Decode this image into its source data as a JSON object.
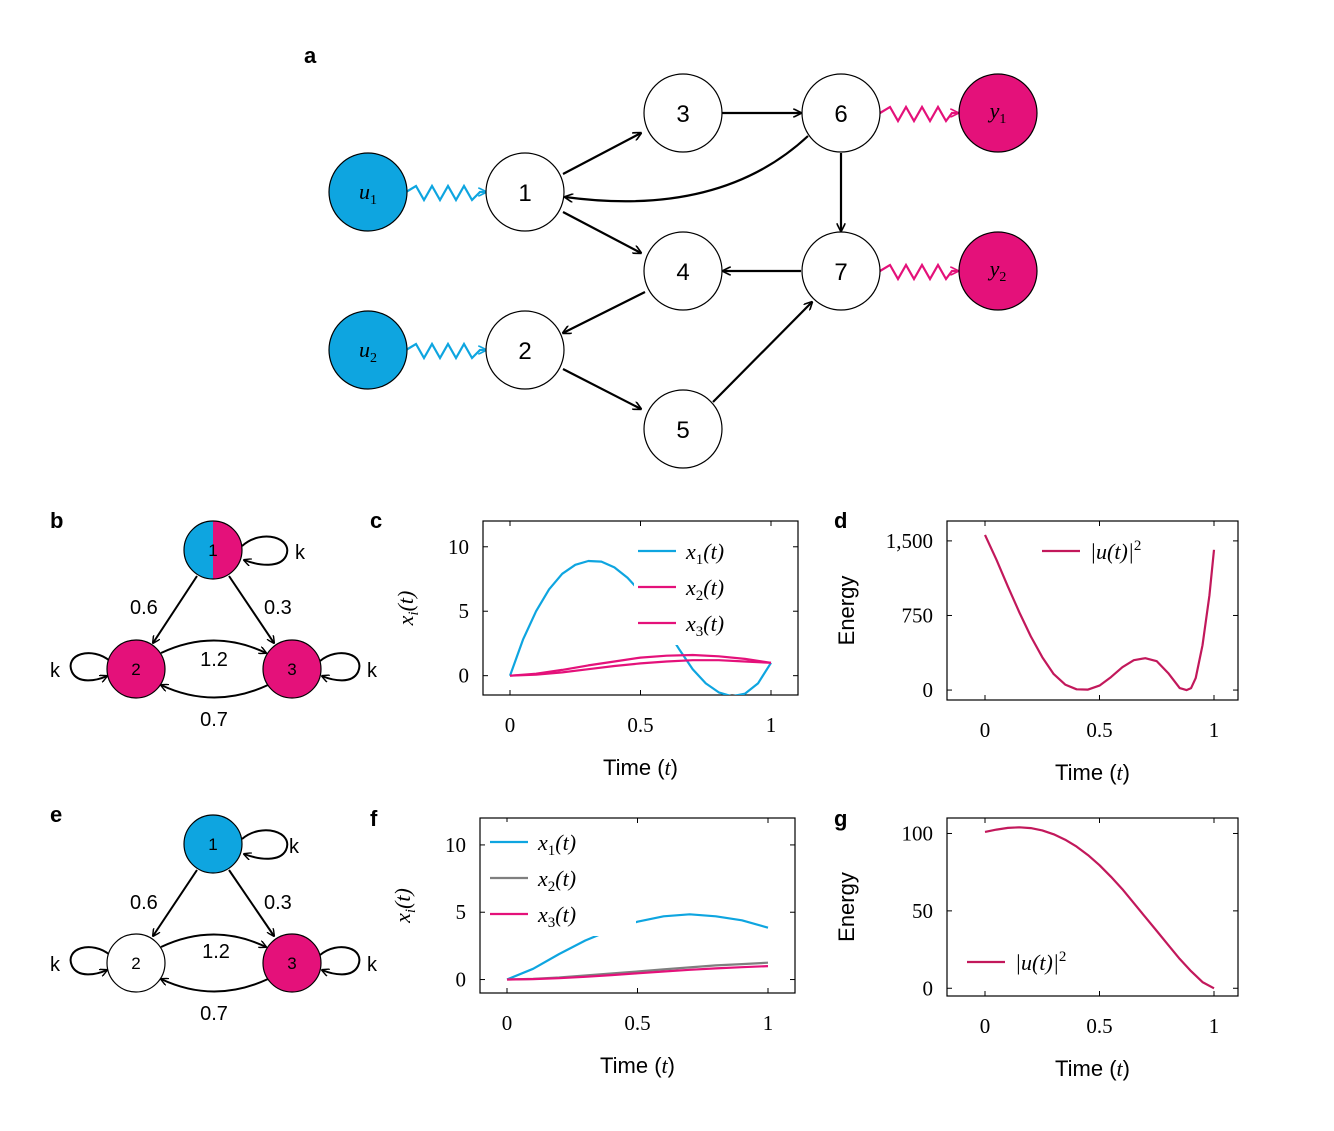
{
  "colors": {
    "input": "#0ea5e0",
    "output": "#e4117a",
    "gray": "#7f7f7f",
    "energy": "#c2185b"
  },
  "panel_a": {
    "letter": "a",
    "nodes": [
      "1",
      "2",
      "3",
      "4",
      "5",
      "6",
      "7"
    ],
    "inputs": [
      {
        "base": "u",
        "sub": "1"
      },
      {
        "base": "u",
        "sub": "2"
      }
    ],
    "outputs": [
      {
        "base": "y",
        "sub": "1"
      },
      {
        "base": "y",
        "sub": "2"
      }
    ]
  },
  "panel_b": {
    "letter": "b",
    "nodes": [
      "1",
      "2",
      "3"
    ],
    "self_loop_label": "k",
    "edge_labels": [
      "0.6",
      "0.3",
      "1.2",
      "0.7"
    ]
  },
  "panel_e": {
    "letter": "e",
    "nodes": [
      "1",
      "2",
      "3"
    ],
    "self_loop_label": "k",
    "edge_labels": [
      "0.6",
      "0.3",
      "1.2",
      "0.7"
    ]
  },
  "chart_data": [
    {
      "panel": "c",
      "type": "line",
      "xlabel": "Time (t)",
      "ylabel": "x_i(t)",
      "xlim": [
        0,
        1
      ],
      "ylim": [
        -1.5,
        12
      ],
      "xticks": [
        "0",
        "0.5",
        "1"
      ],
      "yticks": [
        "0",
        "5",
        "10"
      ],
      "legend_position": "top-right",
      "series": [
        {
          "name": "x1(t)",
          "color": "#0ea5e0",
          "x": [
            0,
            0.05,
            0.1,
            0.15,
            0.2,
            0.25,
            0.3,
            0.35,
            0.4,
            0.45,
            0.5,
            0.55,
            0.6,
            0.65,
            0.7,
            0.75,
            0.8,
            0.85,
            0.9,
            0.95,
            1.0
          ],
          "y": [
            0,
            2.8,
            5.0,
            6.7,
            7.9,
            8.6,
            8.9,
            8.85,
            8.4,
            7.6,
            6.5,
            5.1,
            3.6,
            2.0,
            0.5,
            -0.6,
            -1.3,
            -1.6,
            -1.4,
            -0.6,
            1.0
          ]
        },
        {
          "name": "x2(t)",
          "color": "#e4117a",
          "x": [
            0,
            0.1,
            0.2,
            0.3,
            0.4,
            0.5,
            0.6,
            0.7,
            0.8,
            0.9,
            1.0
          ],
          "y": [
            0,
            0.15,
            0.45,
            0.8,
            1.1,
            1.4,
            1.55,
            1.6,
            1.5,
            1.3,
            1.0
          ]
        },
        {
          "name": "x3(t)",
          "color": "#e4117a",
          "x": [
            0,
            0.1,
            0.2,
            0.3,
            0.4,
            0.5,
            0.6,
            0.7,
            0.8,
            0.9,
            1.0
          ],
          "y": [
            0,
            0.08,
            0.25,
            0.5,
            0.75,
            0.95,
            1.1,
            1.2,
            1.2,
            1.1,
            1.0
          ]
        }
      ]
    },
    {
      "panel": "d",
      "type": "line",
      "xlabel": "Time (t)",
      "ylabel": "Energy",
      "xlim": [
        0,
        1
      ],
      "ylim": [
        -100,
        1700
      ],
      "xticks": [
        "0",
        "0.5",
        "1"
      ],
      "yticks": [
        "0",
        "750",
        "1,500"
      ],
      "legend_position": "top-right",
      "series": [
        {
          "name": "|u(t)|^2",
          "color": "#c2185b",
          "x": [
            0,
            0.05,
            0.1,
            0.15,
            0.2,
            0.25,
            0.3,
            0.35,
            0.4,
            0.45,
            0.5,
            0.55,
            0.6,
            0.65,
            0.7,
            0.75,
            0.8,
            0.85,
            0.88,
            0.9,
            0.92,
            0.95,
            0.98,
            1.0
          ],
          "y": [
            1560,
            1310,
            1040,
            780,
            540,
            330,
            160,
            55,
            8,
            5,
            45,
            130,
            230,
            300,
            320,
            290,
            170,
            20,
            0,
            20,
            120,
            450,
            950,
            1410
          ]
        }
      ]
    },
    {
      "panel": "f",
      "type": "line",
      "xlabel": "Time (t)",
      "ylabel": "x_i(t)",
      "xlim": [
        0,
        1
      ],
      "ylim": [
        -1,
        12
      ],
      "xticks": [
        "0",
        "0.5",
        "1"
      ],
      "yticks": [
        "0",
        "5",
        "10"
      ],
      "legend_position": "top-left",
      "series": [
        {
          "name": "x1(t)",
          "color": "#0ea5e0",
          "x": [
            0,
            0.1,
            0.2,
            0.3,
            0.4,
            0.5,
            0.6,
            0.7,
            0.8,
            0.9,
            1.0
          ],
          "y": [
            0,
            0.8,
            1.9,
            2.9,
            3.7,
            4.3,
            4.7,
            4.85,
            4.7,
            4.4,
            3.85
          ]
        },
        {
          "name": "x2(t)",
          "color": "#7f7f7f",
          "x": [
            0,
            0.1,
            0.2,
            0.3,
            0.4,
            0.5,
            0.6,
            0.7,
            0.8,
            0.9,
            1.0
          ],
          "y": [
            0,
            0.05,
            0.15,
            0.3,
            0.45,
            0.6,
            0.75,
            0.9,
            1.05,
            1.15,
            1.25
          ]
        },
        {
          "name": "x3(t)",
          "color": "#e4117a",
          "x": [
            0,
            0.1,
            0.2,
            0.3,
            0.4,
            0.5,
            0.6,
            0.7,
            0.8,
            0.9,
            1.0
          ],
          "y": [
            0,
            0.03,
            0.1,
            0.2,
            0.33,
            0.46,
            0.6,
            0.72,
            0.83,
            0.92,
            1.0
          ]
        }
      ]
    },
    {
      "panel": "g",
      "type": "line",
      "xlabel": "Time (t)",
      "ylabel": "Energy",
      "xlim": [
        0,
        1
      ],
      "ylim": [
        -5,
        110
      ],
      "xticks": [
        "0",
        "0.5",
        "1"
      ],
      "yticks": [
        "0",
        "50",
        "100"
      ],
      "legend_position": "bottom-left",
      "series": [
        {
          "name": "|u(t)|^2",
          "color": "#c2185b",
          "x": [
            0,
            0.05,
            0.1,
            0.15,
            0.2,
            0.25,
            0.3,
            0.35,
            0.4,
            0.45,
            0.5,
            0.55,
            0.6,
            0.65,
            0.7,
            0.75,
            0.8,
            0.85,
            0.9,
            0.95,
            1.0
          ],
          "y": [
            101,
            102.5,
            103.6,
            104,
            103.5,
            102,
            99.5,
            96,
            91.5,
            86,
            79.5,
            72,
            64,
            55,
            46,
            37,
            28,
            19,
            11,
            4,
            0
          ]
        }
      ]
    }
  ]
}
